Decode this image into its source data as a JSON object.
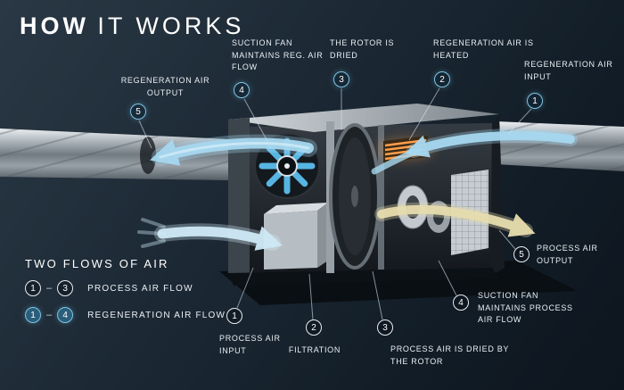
{
  "title": {
    "bold": "HOW",
    "rest": "IT WORKS"
  },
  "legend": {
    "heading": "TWO FLOWS OF AIR",
    "separator": "–",
    "rows": [
      {
        "from": "1",
        "to": "3",
        "label": "PROCESS AIR FLOW"
      },
      {
        "from": "1",
        "to": "4",
        "label": "REGENERATION AIR FLOW"
      }
    ]
  },
  "callouts": {
    "regen": [
      {
        "num": "5",
        "label": "REGENERATION AIR OUTPUT"
      },
      {
        "num": "4",
        "label": "SUCTION FAN MAINTAINS REG. AIR FLOW"
      },
      {
        "num": "3",
        "label": "THE ROTOR IS DRIED"
      },
      {
        "num": "2",
        "label": "REGENERATION AIR IS HEATED"
      },
      {
        "num": "1",
        "label": "REGENERATION AIR INPUT"
      }
    ],
    "process": [
      {
        "num": "1",
        "label": "PROCESS AIR INPUT"
      },
      {
        "num": "2",
        "label": "FILTRATION"
      },
      {
        "num": "3",
        "label": "PROCESS AIR IS DRIED BY THE ROTOR"
      },
      {
        "num": "4",
        "label": "SUCTION FAN MAINTAINS PROCESS AIR FLOW"
      },
      {
        "num": "5",
        "label": "PROCESS AIR OUTPUT"
      }
    ]
  },
  "colors": {
    "background_top": "#2a3845",
    "background_bottom": "#0d151e",
    "regen_accent": "#7ec6e4",
    "process_accent": "#e8eef2",
    "regen_flow": "#a6d8f0",
    "process_input_flow": "#cfe9f6",
    "process_output_flow": "#e6dcae",
    "heater": "#ff9e4a"
  }
}
